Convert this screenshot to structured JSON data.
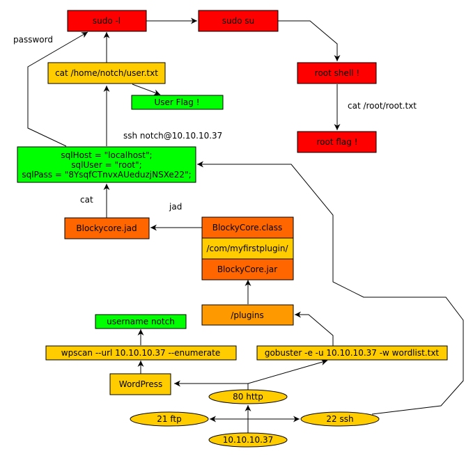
{
  "colors": {
    "red": "#ff0000",
    "green": "#00ff00",
    "yellow": "#ffcc00",
    "orange_dark": "#ff6600",
    "orange": "#ff9900"
  },
  "nodes": {
    "sudo_l": "sudo -l",
    "sudo_su": "sudo su",
    "root_shell": "root shell !",
    "root_flag": "root flag !",
    "cat_user": "cat /home/notch/user.txt",
    "user_flag": "User Flag !",
    "sql_creds": [
      "sqlHost = \"localhost\";",
      "sqlUser = \"root\";",
      "sqlPass = \"8YsqfCTnvxAUeduzjNSXe22\";"
    ],
    "blockycore_jad": "Blockycore.jad",
    "blockycore_class": "BlockyCore.class",
    "com_myfirstplugin": "/com/myfirstplugin/",
    "blockycore_jar": "BlockyCore.jar",
    "plugins": "/plugins",
    "username_notch": "username notch",
    "wpscan": "wpscan --url 10.10.10.37 --enumerate",
    "gobuster": "gobuster -e -u 10.10.10.37 -w wordlist.txt",
    "wordpress": "WordPress",
    "http_80": "80 http",
    "ftp_21": "21 ftp",
    "ssh_22": "22 ssh",
    "host_ip": "10.10.10.37"
  },
  "edge_labels": {
    "password": "password",
    "ssh_notch": "ssh notch@10.10.10.37",
    "cat_root": "cat /root/root.txt",
    "cat": "cat",
    "jad": "jad"
  }
}
